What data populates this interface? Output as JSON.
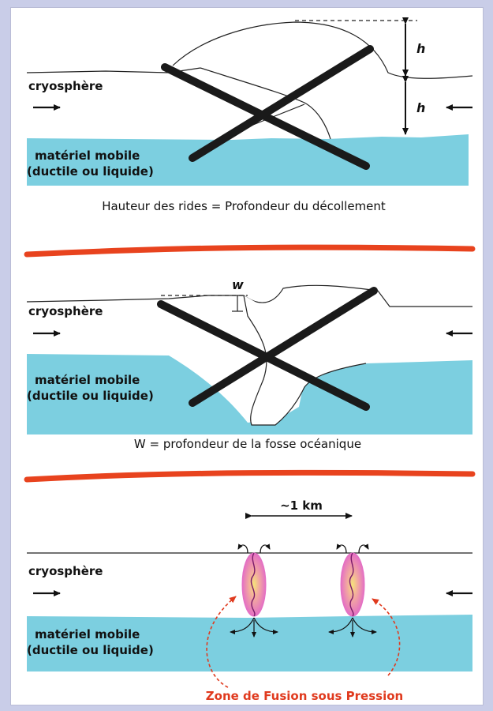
{
  "panel_1": {
    "layer_top": "cryosphère",
    "layer_bottom_line1": "matériel mobile",
    "layer_bottom_line2": "(ductile ou liquide)",
    "height_label_upper": "h",
    "height_label_lower": "h",
    "caption": "Hauteur des rides = Profondeur du décollement"
  },
  "panel_2": {
    "layer_top": "cryosphère",
    "layer_bottom_line1": "matériel mobile",
    "layer_bottom_line2": "(ductile ou liquide)",
    "depth_label": "w",
    "caption": "W = profondeur de la fosse océanique"
  },
  "panel_3": {
    "layer_top": "cryosphère",
    "layer_bottom_line1": "matériel mobile",
    "layer_bottom_line2": "(ductile ou liquide)",
    "spacing_label": "~1 km",
    "caption": "Zone de Fusion sous Pression"
  },
  "colors": {
    "mobile_layer": "#7ccfe0",
    "cross_marks": "#1a1a1a",
    "separator": "#e8431e",
    "fusion_zone": "#e46fc4",
    "fusion_core": "#f6e27a",
    "annotation_red": "#e03a1e"
  }
}
